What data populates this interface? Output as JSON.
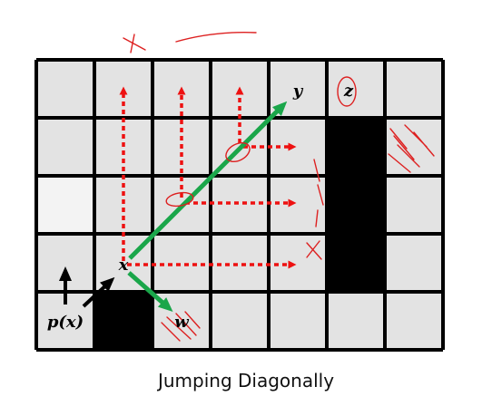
{
  "caption": "Jumping Diagonally",
  "labels": {
    "x": "x",
    "y": "y",
    "z": "z",
    "w": "w",
    "parent": "p(x)"
  },
  "colors": {
    "cell_light": "#e3e3e3",
    "cell_lightest": "#f3f3f3",
    "obstacle": "#000000",
    "grid_line": "#000000",
    "diagonal_jump": "#1aa64a",
    "scan_arrow": "#ee1111",
    "annotation": "#dd2020",
    "parent_arrow": "#000000"
  }
}
